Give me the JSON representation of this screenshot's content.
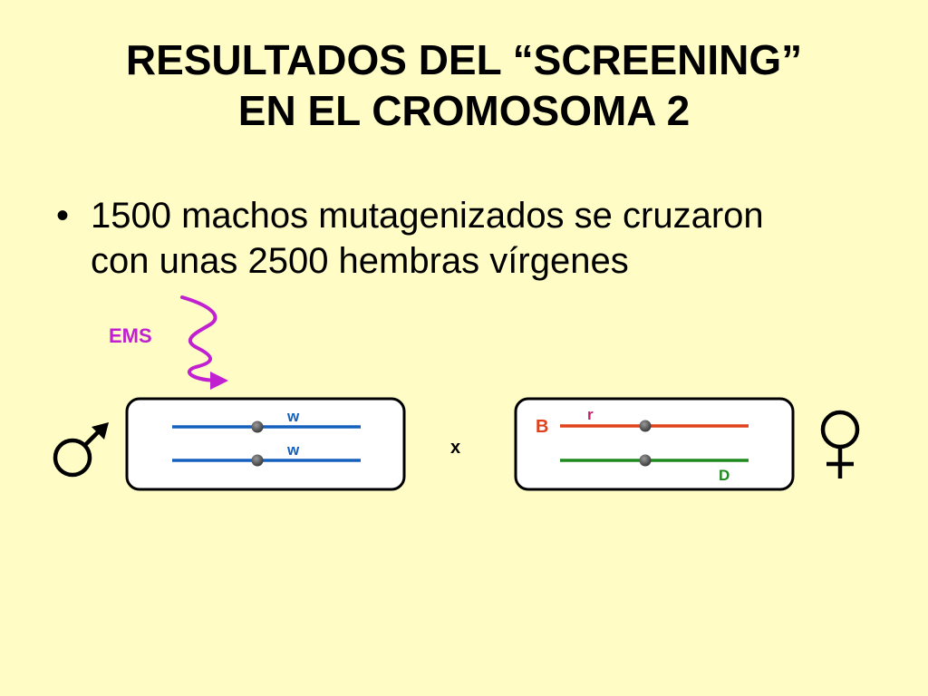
{
  "title": {
    "line1": "RESULTADOS DEL “SCREENING”",
    "line2": "EN EL CROMOSOMA 2"
  },
  "bullet": {
    "symbol": "•",
    "line1": "1500 machos mutagenizados se cruzaron",
    "line2": "con unas 2500 hembras vírgenes"
  },
  "diagram": {
    "mutagen_label": "EMS",
    "cross_symbol": "x",
    "male": {
      "symbol_icon": "male-symbol-icon",
      "chromosome_1_label": "w",
      "chromosome_2_label": "w"
    },
    "female": {
      "symbol_icon": "female-symbol-icon",
      "chromosome_1_left_label": "B",
      "chromosome_1_right_label": "r",
      "chromosome_2_label": "D"
    }
  },
  "colors": {
    "background": "#FFFCC6",
    "mutagen": "#C020D0",
    "male_chromosome": "#1560BD",
    "female_chromosome_1": "#E0401A",
    "female_chromosome_2": "#1E8A1E",
    "label_B": "#E0401A",
    "label_r": "#C0206A",
    "label_D": "#1E8A1E"
  }
}
